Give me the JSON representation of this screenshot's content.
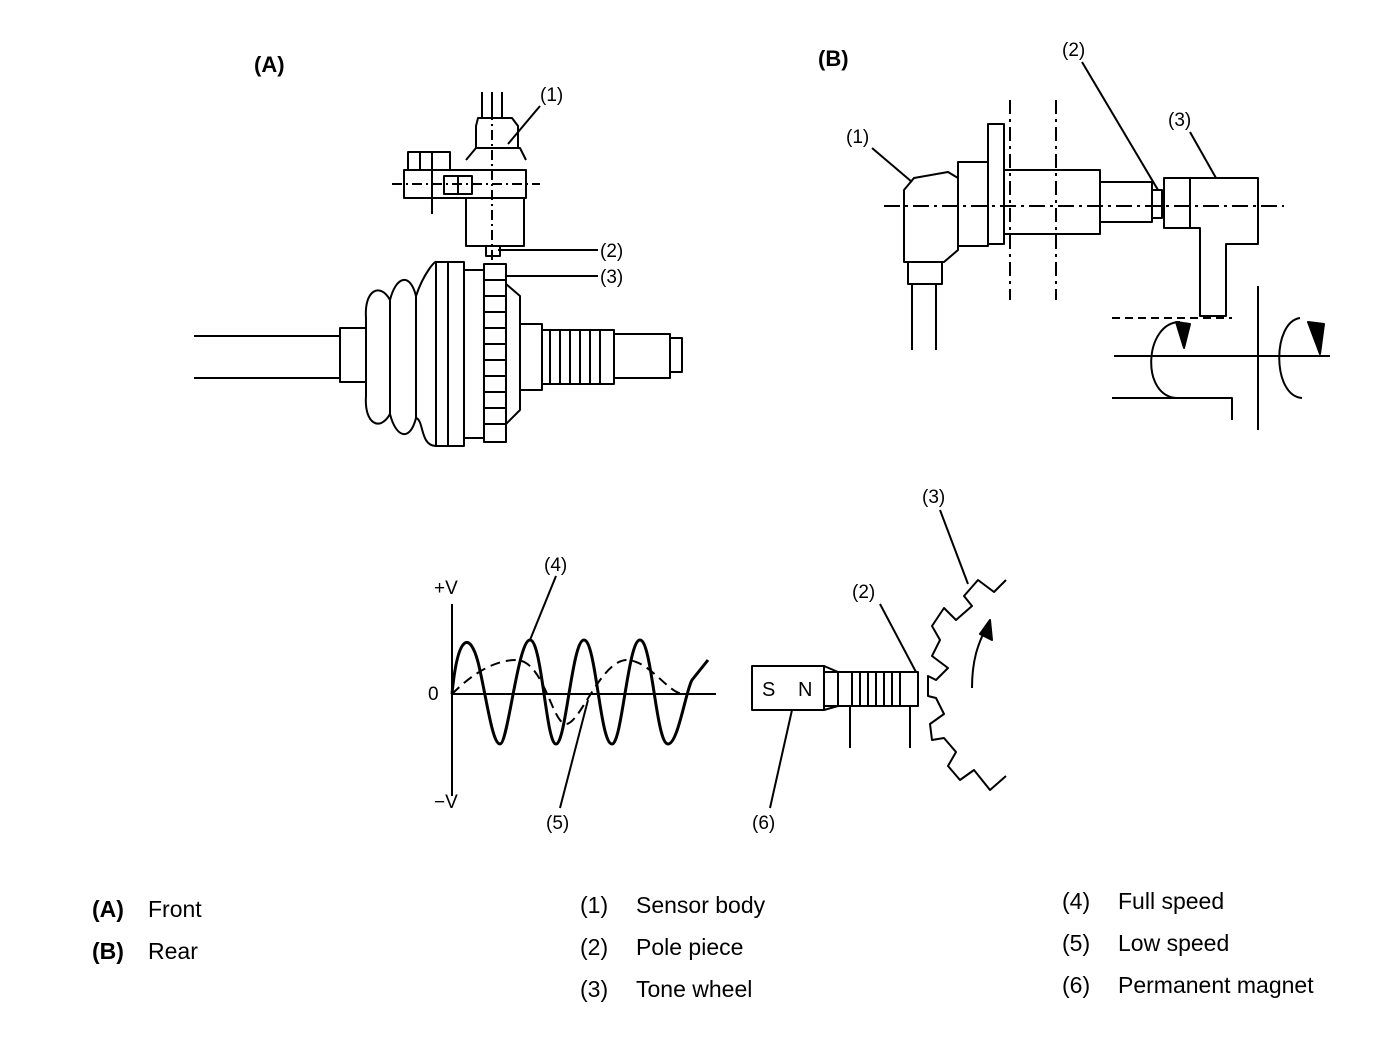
{
  "panels": {
    "front": "(A)",
    "rear": "(B)"
  },
  "callouts": {
    "a1": "(1)",
    "a2": "(2)",
    "a3": "(3)",
    "b1": "(1)",
    "b2": "(2)",
    "b3": "(3)",
    "c2": "(2)",
    "c3": "(3)",
    "c4": "(4)",
    "c5": "(5)",
    "c6": "(6)"
  },
  "graph": {
    "pos_v": "+V",
    "zero": "0",
    "neg_v": "−V"
  },
  "magnet": {
    "south": "S",
    "north": "N"
  },
  "legend": [
    {
      "key": "(A)",
      "text": "Front"
    },
    {
      "key": "(B)",
      "text": "Rear"
    },
    {
      "key": "(1)",
      "text": "Sensor body"
    },
    {
      "key": "(2)",
      "text": "Pole piece"
    },
    {
      "key": "(3)",
      "text": "Tone wheel"
    },
    {
      "key": "(4)",
      "text": "Full speed"
    },
    {
      "key": "(5)",
      "text": "Low speed"
    },
    {
      "key": "(6)",
      "text": "Permanent magnet"
    }
  ]
}
